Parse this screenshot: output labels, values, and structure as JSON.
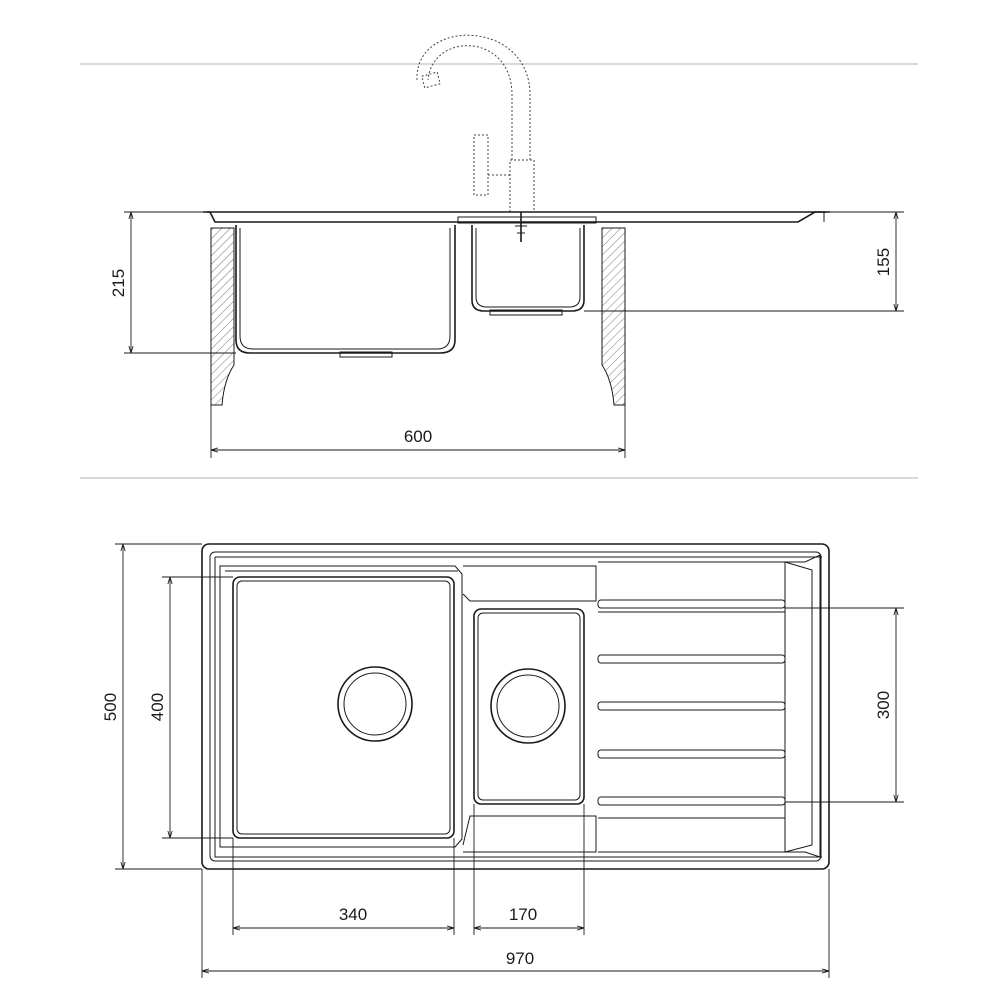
{
  "dimensions": {
    "side_view": {
      "bowl_depth_main": "215",
      "bowl_depth_small": "155",
      "cabinet_width": "600"
    },
    "top_view": {
      "overall_depth": "500",
      "main_bowl_depth": "400",
      "small_bowl_depth": "300",
      "main_bowl_width": "340",
      "small_bowl_width": "170",
      "overall_width": "970"
    }
  },
  "colors": {
    "line": "#1a1a1a",
    "guide": "#9a9a9a",
    "background": "#ffffff"
  }
}
